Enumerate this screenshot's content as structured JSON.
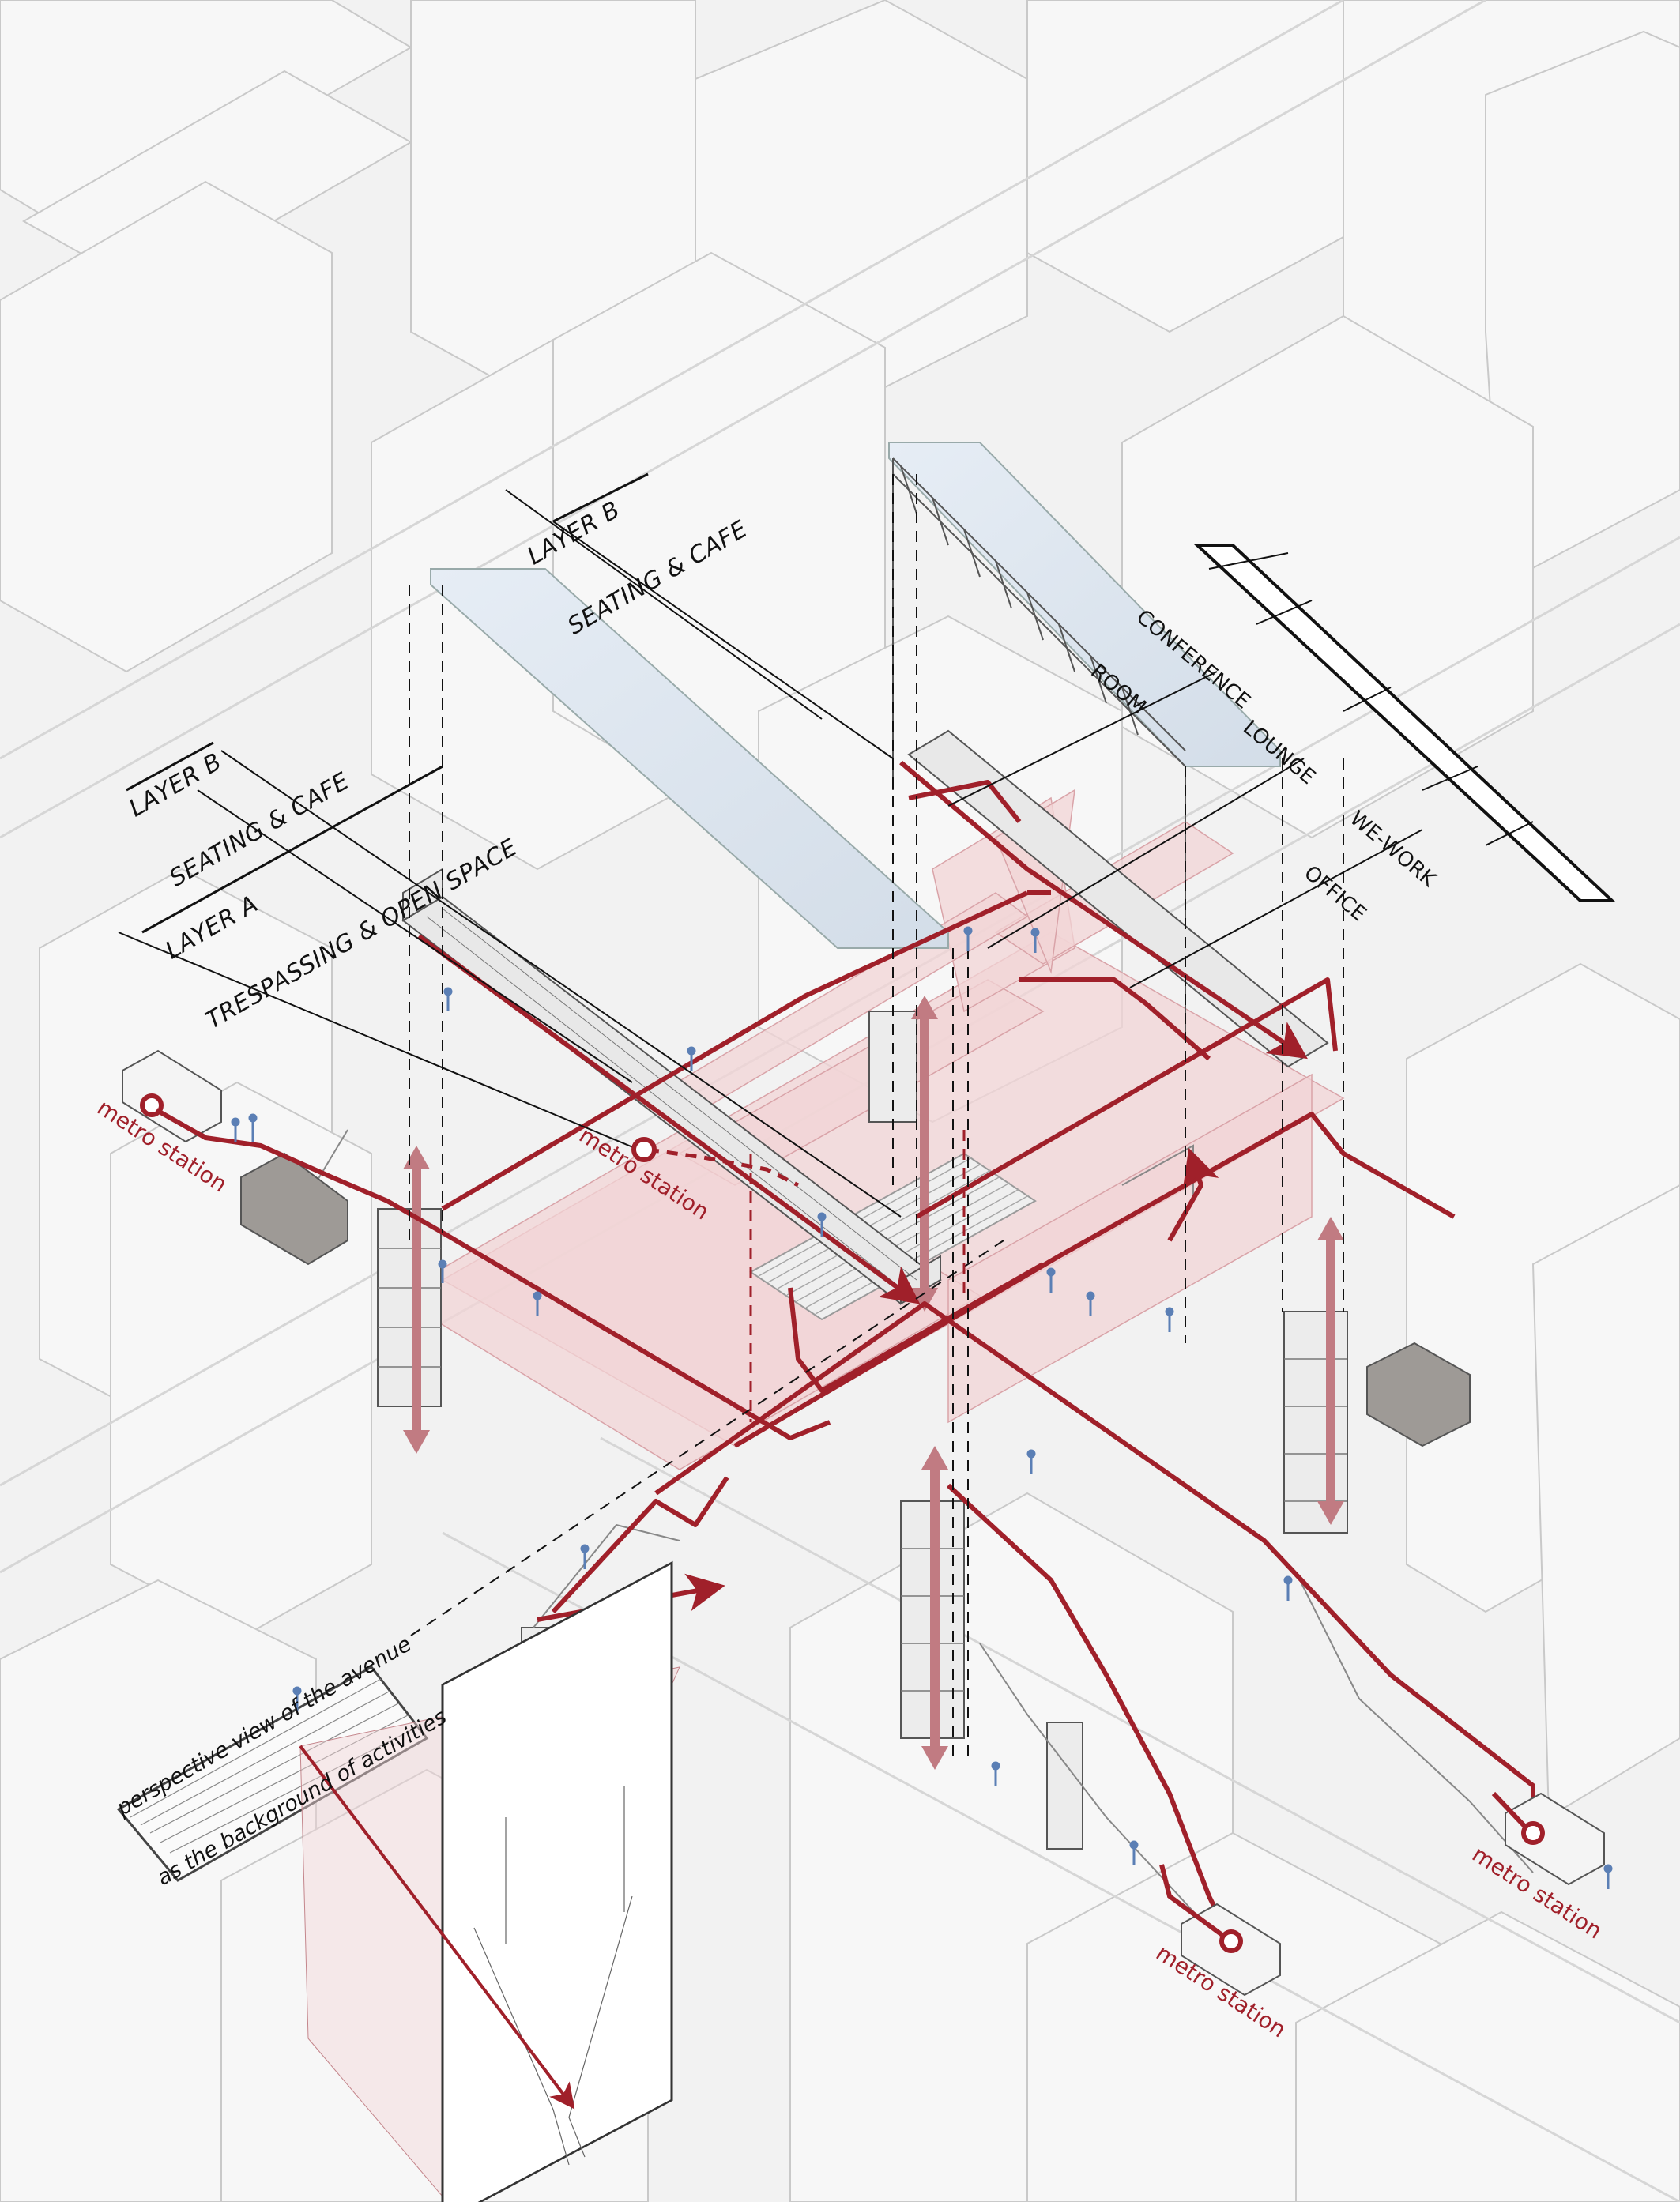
{
  "diagram": {
    "type": "axonometric architectural diagram",
    "colors": {
      "background": "#f2f2f2",
      "building_fill": "#f7f7f7",
      "building_stroke": "#c8c8c8",
      "circulation_red": "#a0202a",
      "pink_deck": "#f2d4d6",
      "glass_blue": "#dce6f0",
      "people_blue": "#5b7fb5",
      "leader_black": "#111111"
    },
    "layer_labels": [
      {
        "id": "layer-b-top",
        "line1": "LAYER B",
        "line2": "SEATING & CAFE"
      },
      {
        "id": "layer-b-left",
        "line1": "LAYER B",
        "line2": "SEATING & CAFE"
      },
      {
        "id": "layer-a",
        "line1": "LAYER A",
        "line2": "TRESPASSING & OPEN SPACE"
      }
    ],
    "room_labels": [
      {
        "id": "conference",
        "line1": "CONFERENCE",
        "line2": "ROOM"
      },
      {
        "id": "lounge",
        "line1": "LOUNGE",
        "line2": ""
      },
      {
        "id": "wework",
        "line1": "WE-WORK",
        "line2": "OFFICE"
      }
    ],
    "metro_stations": [
      {
        "id": "metro-nw",
        "label": "metro station"
      },
      {
        "id": "metro-center",
        "label": "metro station"
      },
      {
        "id": "metro-south",
        "label": "metro station"
      },
      {
        "id": "metro-se",
        "label": "metro station"
      }
    ],
    "perspective_note": {
      "line1": "perspective view of the avenue",
      "line2": "as the background of activities"
    }
  }
}
